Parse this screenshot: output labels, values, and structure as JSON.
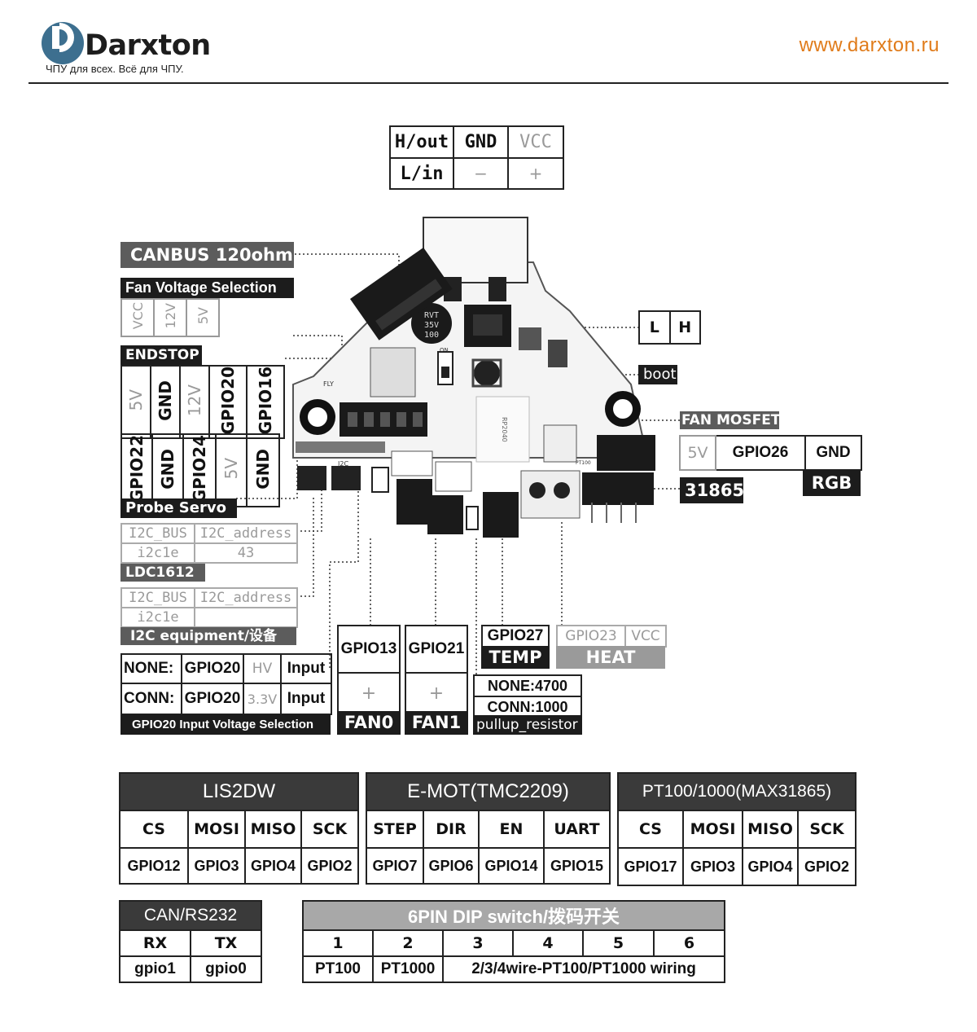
{
  "header": {
    "logo_name": "Darxton",
    "tagline": "ЧПУ для всех. Всё для ЧПУ.",
    "url": "www.darxton.ru",
    "brand_color": "#e07b1a"
  },
  "power": {
    "h_out": "H/out",
    "gnd": "GND",
    "vcc": "VCC",
    "l_in": "L/in",
    "minus": "−",
    "plus": "+"
  },
  "canbus": "CANBUS 120ohm",
  "fan_voltage": {
    "title": "Fan Voltage Selection",
    "opts": [
      "VCC",
      "12V",
      "5V"
    ]
  },
  "emot": "E-MOT",
  "endstop": {
    "title": "ENDSTOP",
    "pins": [
      "5V",
      "GND",
      "12V",
      "GPIO20",
      "GPIO16"
    ]
  },
  "probe": {
    "pins": [
      "GPIO22",
      "GND",
      "GPIO24",
      "5V",
      "GND"
    ],
    "label": "Probe  Servo"
  },
  "lh": {
    "l": "L",
    "h": "H"
  },
  "boot": "boot",
  "fan_mosfet": "FAN MOSFET",
  "rgb": {
    "pins": [
      "5V",
      "GPIO26",
      "GND"
    ],
    "label": "RGB"
  },
  "max31865": "31865",
  "ldc": {
    "bus_h": "I2C_BUS",
    "addr_h": "I2C_address",
    "bus": "i2c1e",
    "addr": "43",
    "label": "LDC1612"
  },
  "i2c_equip": {
    "bus_h": "I2C_BUS",
    "addr_h": "I2C_address",
    "bus": "i2c1e",
    "label": "I2C equipment/设备"
  },
  "gpio20_sel": {
    "rows": [
      [
        "NONE:",
        "GPIO20",
        "HV",
        "Input"
      ],
      [
        "CONN:",
        "GPIO20",
        "3.3V",
        "Input"
      ]
    ],
    "label": "GPIO20  Input Voltage Selection"
  },
  "fan0": {
    "pin": "GPIO13",
    "sign": "+",
    "label": "FAN0"
  },
  "fan1": {
    "pin": "GPIO21",
    "sign": "+",
    "label": "FAN1"
  },
  "temp": {
    "pin": "GPIO27",
    "label": "TEMP"
  },
  "heat": {
    "pin": "GPIO23",
    "vcc": "VCC",
    "label": "HEAT"
  },
  "pullup": {
    "none": "NONE:4700",
    "conn": "CONN:1000",
    "label": "pullup_resistor"
  },
  "pcb": {
    "cap": [
      "100",
      "35V",
      "RVT"
    ],
    "fly": "FLY",
    "i2c": "I2C",
    "chip": "RP2040",
    "on": "ON",
    "pt100": "PT100"
  },
  "lis2dw": {
    "title": "LIS2DW",
    "heads": [
      "CS",
      "MOSI",
      "MISO",
      "SCK"
    ],
    "vals": [
      "GPIO12",
      "GPIO3",
      "GPIO4",
      "GPIO2"
    ]
  },
  "tmc": {
    "title": "E-MOT(TMC2209)",
    "heads": [
      "STEP",
      "DIR",
      "EN",
      "UART"
    ],
    "vals": [
      "GPIO7",
      "GPIO6",
      "GPIO14",
      "GPIO15"
    ]
  },
  "pt100": {
    "title": "PT100/1000(MAX31865)",
    "heads": [
      "CS",
      "MOSI",
      "MISO",
      "SCK"
    ],
    "vals": [
      "GPIO17",
      "GPIO3",
      "GPIO4",
      "GPIO2"
    ]
  },
  "can": {
    "title": "CAN/RS232",
    "heads": [
      "RX",
      "TX"
    ],
    "vals": [
      "gpio1",
      "gpio0"
    ]
  },
  "dip": {
    "title": "6PIN DIP switch/拨码开关",
    "nums": [
      "1",
      "2",
      "3",
      "4",
      "5",
      "6"
    ],
    "vals": [
      "PT100",
      "PT1000",
      "2/3/4wire-PT100/PT1000 wiring"
    ]
  }
}
